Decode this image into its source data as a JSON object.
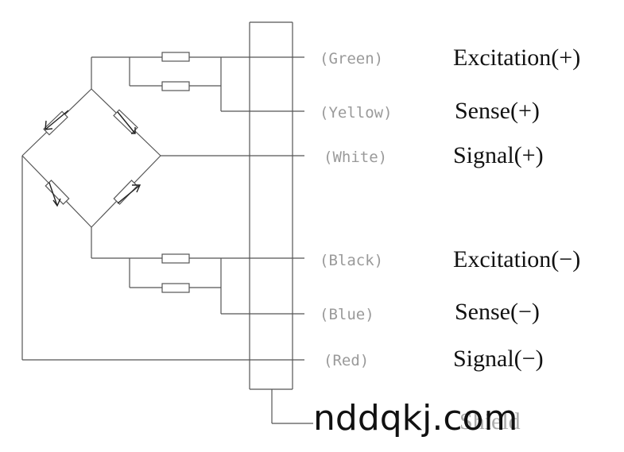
{
  "wires": [
    {
      "color_label": "(Green)",
      "signal_label": "Excitation(+)"
    },
    {
      "color_label": "(Yellow)",
      "signal_label": "Sense(+)"
    },
    {
      "color_label": "(White)",
      "signal_label": "Signal(+)"
    },
    {
      "color_label": "(Black)",
      "signal_label": "Excitation(−)"
    },
    {
      "color_label": "(Blue)",
      "signal_label": "Sense(−)"
    },
    {
      "color_label": "(Red)",
      "signal_label": "Signal(−)"
    }
  ],
  "shield": {
    "label": "Shield"
  },
  "watermark": "nddqkj.com"
}
